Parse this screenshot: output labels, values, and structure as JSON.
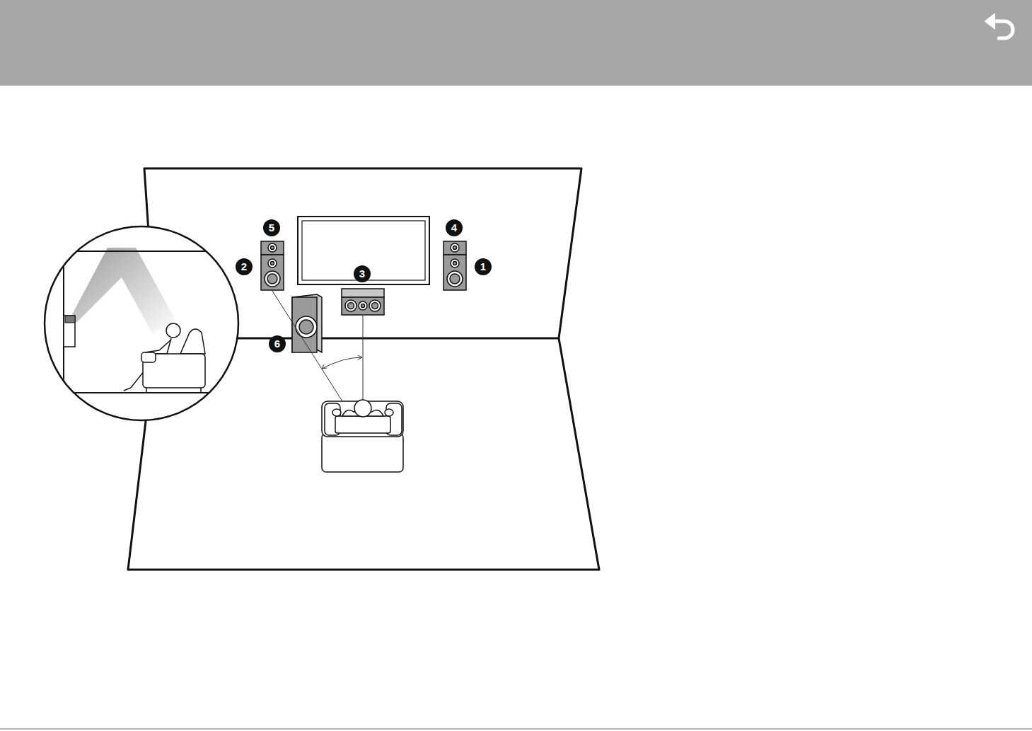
{
  "diagram": {
    "labels": [
      "5",
      "4",
      "2",
      "3",
      "1",
      "6"
    ]
  }
}
